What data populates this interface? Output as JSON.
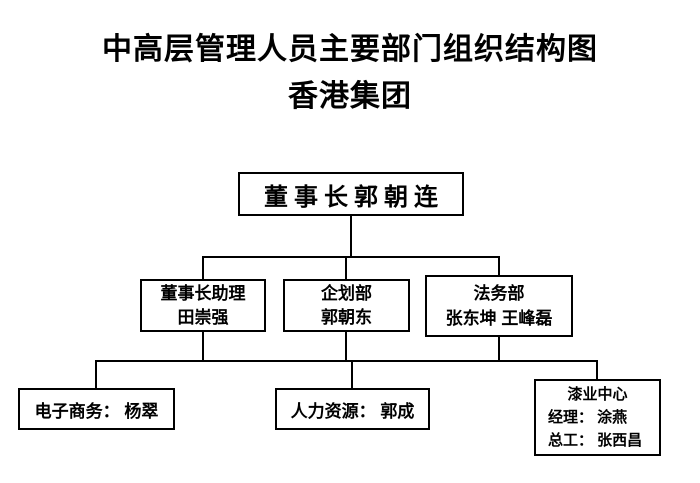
{
  "title": {
    "line1": "中高层管理人员主要部门组织结构图",
    "line2": "香港集团"
  },
  "chart_data": {
    "type": "org-chart",
    "root": {
      "label": "董事长郭朝连",
      "reports_to": null
    },
    "level2": [
      {
        "line1": "董事长助理",
        "line2": "田崇强",
        "reports_to": "董事长郭朝连"
      },
      {
        "line1": "企划部",
        "line2": "郭朝东",
        "reports_to": "董事长郭朝连"
      },
      {
        "line1": "法务部",
        "line2": "张东坤 王峰磊",
        "reports_to": "董事长郭朝连"
      }
    ],
    "level3": [
      {
        "label": "电子商务： 杨翠"
      },
      {
        "label": "人力资源： 郭成"
      },
      {
        "line1": "漆业中心",
        "line2": "经理：  涂燕",
        "line3": "总工： 张西昌"
      }
    ]
  },
  "nodes": {
    "root": {
      "label": "董事长郭朝连"
    },
    "assistant": {
      "line1": "董事长助理",
      "line2": "田崇强"
    },
    "planning": {
      "line1": "企划部",
      "line2": "郭朝东"
    },
    "legal": {
      "line1": "法务部",
      "line2": "张东坤 王峰磊"
    },
    "ecommerce": {
      "label": "电子商务： 杨翠"
    },
    "hr": {
      "label": "人力资源： 郭成"
    },
    "paint": {
      "line1": "漆业中心",
      "line2": "经理：  涂燕",
      "line3": "总工： 张西昌"
    }
  },
  "colors": {
    "line": "#000000",
    "box_border": "#000000",
    "background": "#ffffff",
    "text": "#000000"
  }
}
